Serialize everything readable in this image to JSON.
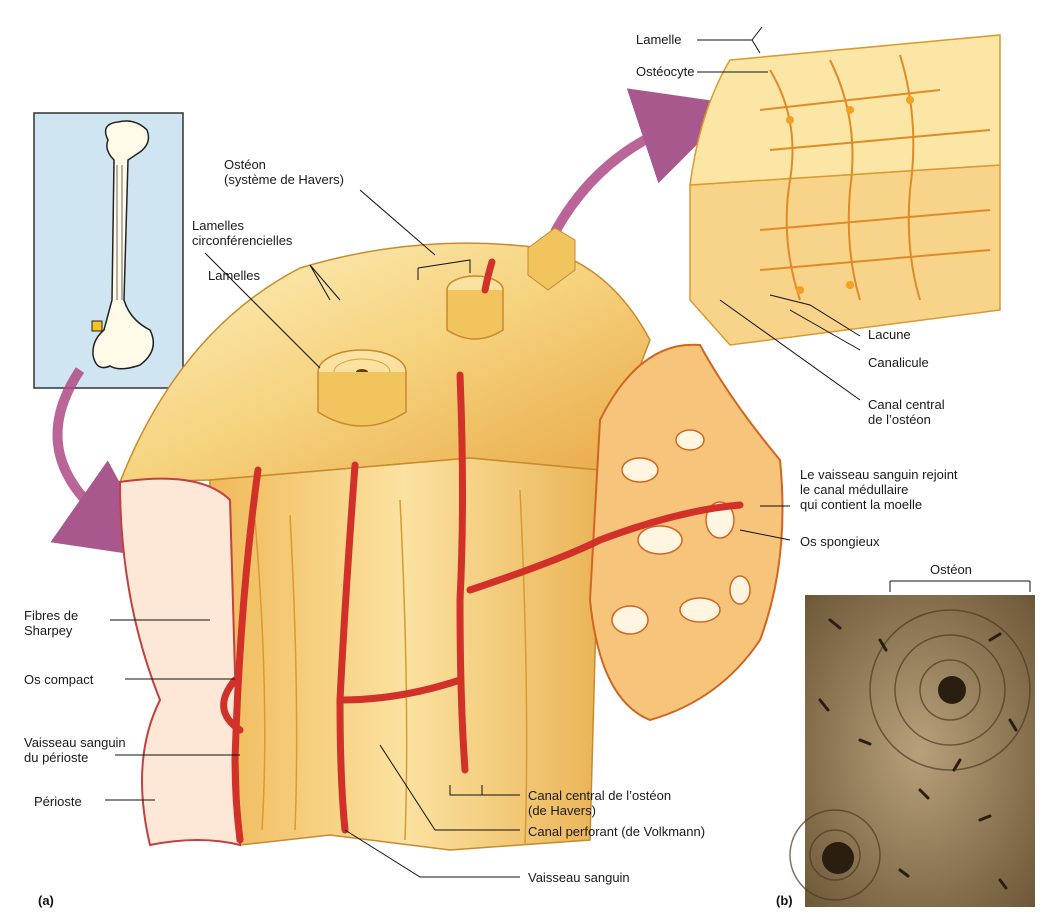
{
  "figure": {
    "panel_a": "(a)",
    "panel_b": "(b)"
  },
  "labels": {
    "lamelle": "Lamelle",
    "osteocyte": "Ostéocyte",
    "osteon_title": "Ostéon",
    "osteon_sub": "(système de Havers)",
    "lamelles_circ_1": "Lamelles",
    "lamelles_circ_2": "circonférencielles",
    "lamelles": "Lamelles",
    "lacune": "Lacune",
    "canalicule": "Canalicule",
    "canal_central_1": "Canal central",
    "canal_central_2": "de l’ostéon",
    "vaisseau_rejoint_1": "Le vaisseau sanguin rejoint",
    "vaisseau_rejoint_2": "le canal médullaire",
    "vaisseau_rejoint_3": "qui contient la moelle",
    "os_spongieux": "Os spongieux",
    "osteon_micro": "Ostéon",
    "fibres_sharpey_1": "Fibres de",
    "fibres_sharpey_2": "Sharpey",
    "os_compact": "Os compact",
    "vaisseau_periost_1": "Vaisseau sanguin",
    "vaisseau_periost_2": "du périoste",
    "perioste": "Périoste",
    "canal_havers_1": "Canal central de l’ostéon",
    "canal_havers_2": "(de Havers)",
    "canal_volkmann": "Canal perforant (de Volkmann)",
    "vaisseau_sanguin": "Vaisseau sanguin"
  },
  "colors": {
    "bone_light": "#fbe6a6",
    "bone_mid": "#f2c45e",
    "bone_dark": "#d99a2f",
    "vessel": "#d2312a",
    "arrow": "#b04a86",
    "inset_bg": "#cfe5f1",
    "micro_bg": "#8a7453"
  }
}
